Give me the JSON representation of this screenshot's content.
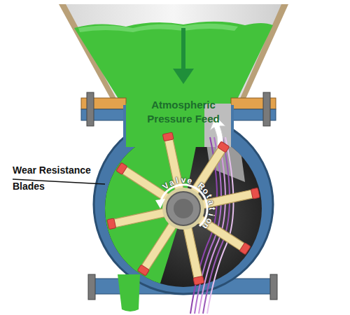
{
  "diagram": {
    "labels": [
      "Atmospheric Pressure Feed",
      "Wear Resistance Blades",
      "Valve Rotation"
    ]
  }
}
